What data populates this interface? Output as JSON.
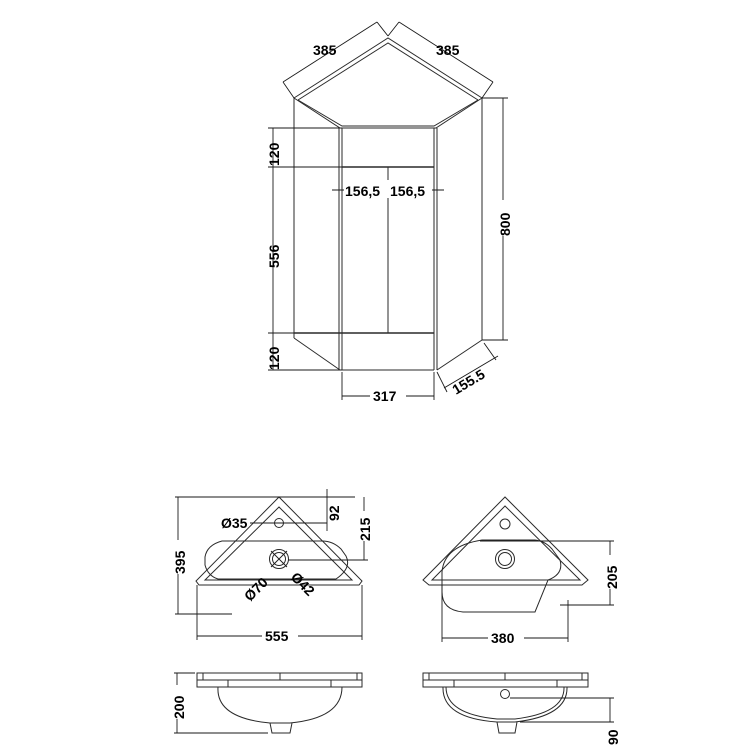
{
  "cabinet": {
    "top_left_width": "385",
    "top_right_width": "385",
    "top_rail_height": "120",
    "door_height": "556",
    "bottom_rail_height": "120",
    "door_left_width": "156,5",
    "door_right_width": "156,5",
    "total_height": "800",
    "front_width": "317",
    "side_width": "155.5"
  },
  "basin_plan": {
    "tap_hole_diameter": "Ø35",
    "tap_hole_offset": "92",
    "waste_offset": "215",
    "overall_depth": "395",
    "waste_outer_diameter": "Ø70",
    "waste_inner_diameter": "Ø42",
    "overall_width": "555"
  },
  "bowl_plan": {
    "bowl_depth": "205",
    "bowl_width": "380"
  },
  "basin_elevation": {
    "overall_height": "200"
  },
  "basin_section": {
    "overflow_height": "90"
  },
  "colors": {
    "line": "#2a2a2a",
    "background": "#ffffff"
  }
}
